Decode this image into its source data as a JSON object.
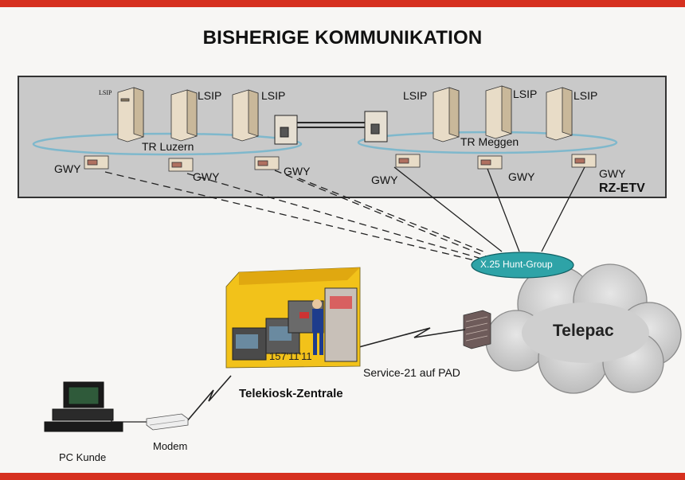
{
  "title": "BISHERIGE KOMMUNIKATION",
  "rz": {
    "label": "RZ-ETV",
    "ring_left": "TR Luzern",
    "ring_right": "TR Meggen",
    "lsip": "LSIP",
    "gwy": "GWY"
  },
  "hunt_group": "X.25 Hunt-Group",
  "cloud": "Telepac",
  "kiosk": {
    "name": "Telekiosk-Zentrale",
    "number": "157'11'11"
  },
  "service": "Service-21 auf PAD",
  "modem": "Modem",
  "pc": "PC Kunde",
  "colors": {
    "accent_red": "#d6301f",
    "ring": "#7fb8cc",
    "hunt_group_fill": "#2ea3a7",
    "box_gray": "#c9c9c9",
    "cloud": "#cfcfcf",
    "kiosk_bg": "#f2c21a"
  }
}
